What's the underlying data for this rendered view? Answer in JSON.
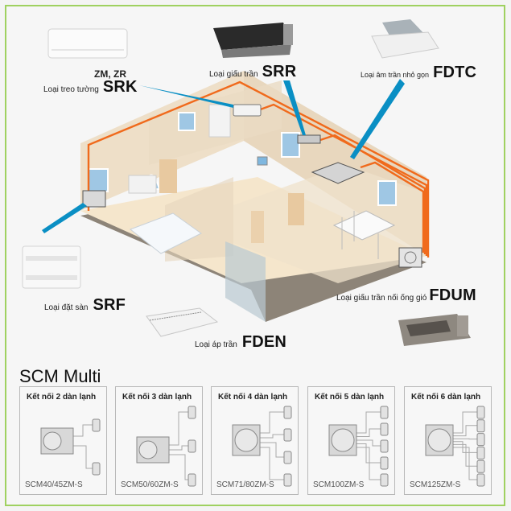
{
  "units": [
    {
      "id": "srk",
      "subtitle": "ZM, ZR",
      "type_label": "Loại treo tường",
      "code": "SRK"
    },
    {
      "id": "srr",
      "type_label": "Loại giấu trần",
      "code": "SRR"
    },
    {
      "id": "fdtc",
      "type_label": "Loại âm trần nhỏ gọn",
      "code": "FDTC"
    },
    {
      "id": "srf",
      "type_label": "Loại đặt sàn",
      "code": "SRF"
    },
    {
      "id": "fdum",
      "type_label": "Loại giấu trần nối ống gió",
      "code": "FDUM"
    },
    {
      "id": "fden",
      "type_label": "Loại áp trần",
      "code": "FDEN"
    }
  ],
  "multi": {
    "title": "SCM Multi",
    "cards": [
      {
        "title": "Kết nối 2 dàn lạnh",
        "model": "SCM40/45ZM-S",
        "indoor_count": 2
      },
      {
        "title": "Kết nối 3 dàn lạnh",
        "model": "SCM50/60ZM-S",
        "indoor_count": 3
      },
      {
        "title": "Kết nối 4 dàn lạnh",
        "model": "SCM71/80ZM-S",
        "indoor_count": 4
      },
      {
        "title": "Kết nối 5 dàn lạnh",
        "model": "SCM100ZM-S",
        "indoor_count": 5
      },
      {
        "title": "Kết nối 6 dàn lạnh",
        "model": "SCM125ZM-S",
        "indoor_count": 6
      }
    ]
  },
  "colors": {
    "frame": "#9fd160",
    "pipe": "#f06a1c",
    "pointer": "#0a8fc4"
  }
}
